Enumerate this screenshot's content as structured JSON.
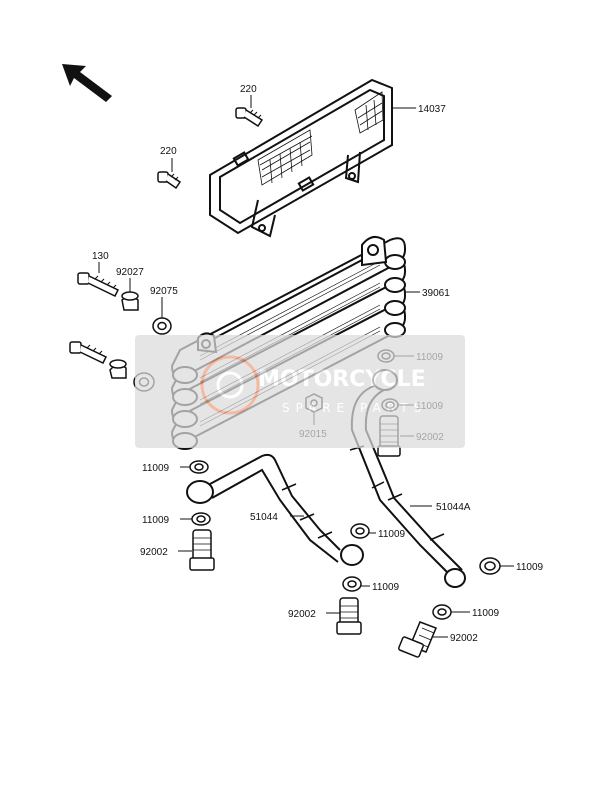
{
  "labels": {
    "p220_top": "220",
    "p220_left": "220",
    "p14037": "14037",
    "p130": "130",
    "p92027": "92027",
    "p92075": "92075",
    "p39061": "39061",
    "p11009_a": "11009",
    "p11009_b": "11009",
    "p92015": "92015",
    "p92002_a": "92002",
    "p11009_c": "11009",
    "p11009_d": "11009",
    "p51044": "51044",
    "p51044A": "51044A",
    "p92002_b": "92002",
    "p11009_e": "11009",
    "p11009_f": "11009",
    "p11009_g": "11009",
    "p92002_c": "92002",
    "p11009_h": "11009",
    "p92002_d": "92002"
  },
  "watermark": {
    "title": "MOTORCYCLE",
    "subtitle": "SPARE PARTS",
    "color": "#e8e8e8",
    "accent": "#f0a080"
  },
  "icons": {
    "direction_arrow": "arrow-up-left-icon"
  }
}
